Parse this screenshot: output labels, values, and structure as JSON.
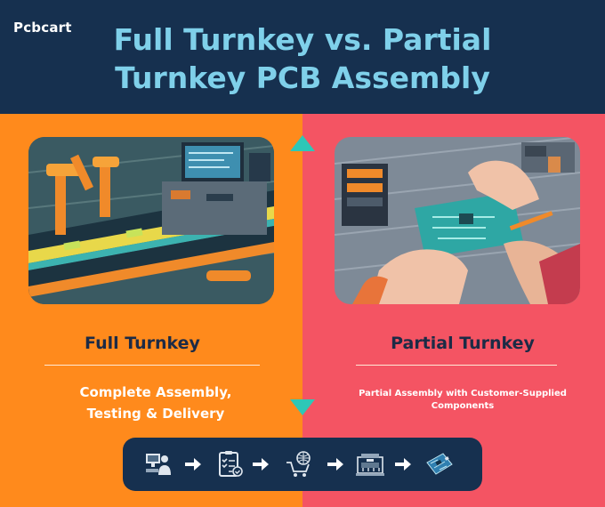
{
  "brand": {
    "logo_text": "Pcbcart"
  },
  "title": {
    "line1": "Full Turnkey vs. Partial",
    "line2": "Turnkey PCB Assembly"
  },
  "left": {
    "heading": "Full Turnkey",
    "description_line1": "Complete Assembly,",
    "description_line2": "Testing & Delivery",
    "image": "factory-assembly-line-illustration",
    "background": "#ff8a1c"
  },
  "right": {
    "heading": "Partial Turnkey",
    "description_line1": "Partial Assembly with Customer-Supplied",
    "description_line2": "Components",
    "image": "hands-assembling-pcb-illustration",
    "background": "#f45463"
  },
  "process_steps": [
    {
      "icon": "engineer-computer-icon"
    },
    {
      "icon": "checklist-icon"
    },
    {
      "icon": "globe-cart-icon"
    },
    {
      "icon": "assembly-machine-icon"
    },
    {
      "icon": "circuit-board-icon"
    }
  ],
  "colors": {
    "header": "#16304f",
    "title": "#7fd0ea",
    "accent": "#2ec7b7",
    "heading_text": "#1c2b46"
  }
}
